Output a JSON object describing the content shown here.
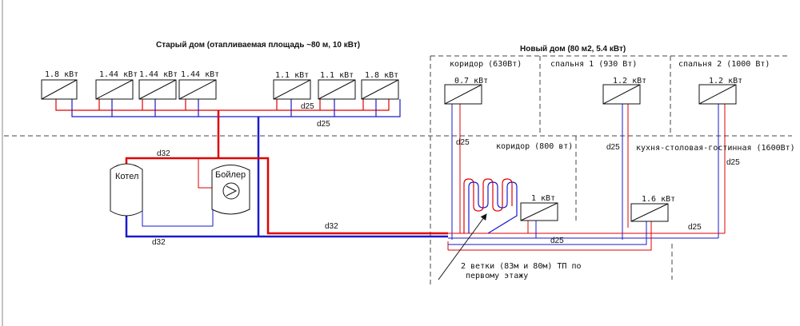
{
  "titles": {
    "old_house": "Старый дом (отапливаемая площадь ~80 м, 10 кВт)",
    "new_house": "Новый дом (80 м2, 5.4 кВт)"
  },
  "rooms": {
    "corridor_top": "коридор (630Вт)",
    "bedroom1": "спальня 1 (930 Вт)",
    "bedroom2": "спальня 2 (1000 Вт)",
    "corridor_bottom": "коридор (800 вт)",
    "kitchen": "кухня-столовая-гостинная (1600Вт)"
  },
  "old_radiators": [
    "1.8 кВт",
    "1.44 кВт",
    "1.44 кВт",
    "1.44 кВт",
    "1.1 кВт",
    "1.1 кВт",
    "1.8 кВт"
  ],
  "new_radiators": {
    "corridor_top": "0.7 кВт",
    "bedroom1": "1.2 кВт",
    "bedroom2": "1.2 кВт",
    "corridor_bottom": "1 кВт",
    "kitchen": "1.6 кВт"
  },
  "equipment": {
    "boiler": "Котел",
    "water_heater": "Бойлер"
  },
  "pipes": {
    "d25_upper": "d25",
    "d25_lower": "d25",
    "d32_top": "d32",
    "d32_bottom": "d32",
    "d32_main": "d32",
    "d25_corridor": "d25",
    "d25_bed1": "d25",
    "d25_bed2": "d25",
    "d25_floor": "d25",
    "d25_right": "d25"
  },
  "annotation": {
    "line1": "2 ветки (83м и 80м) ТП по",
    "line2": "первому этажу"
  },
  "colors": {
    "supply": "#e00000",
    "return": "#1a1acc",
    "outline": "#111111",
    "dash": "#444444"
  }
}
